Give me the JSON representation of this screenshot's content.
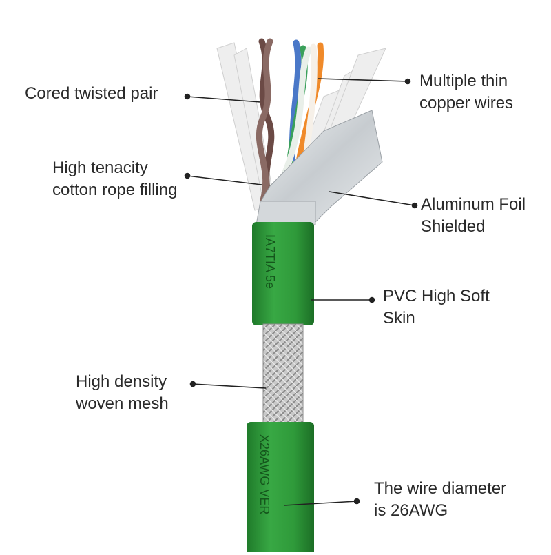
{
  "labels": {
    "cored_twisted_pair": [
      "Cored twisted pair"
    ],
    "cotton_rope": [
      "High tenacity",
      "cotton rope filling"
    ],
    "copper_wires": [
      "Multiple thin",
      "copper wires"
    ],
    "foil_shield": [
      "Aluminum Foil",
      "Shielded"
    ],
    "pvc_skin": [
      "PVC High Soft",
      "Skin"
    ],
    "woven_mesh": [
      "High density",
      "woven mesh"
    ],
    "wire_diameter": [
      "The wire diameter",
      "is 26AWG"
    ]
  },
  "jacket_print": {
    "upper": "IA7TIA 5e",
    "lower": "X26AWG VER"
  },
  "colors": {
    "jacket_green": "#2f9a3a",
    "jacket_dark": "#1f7a2a",
    "braid": "#b9b9b9",
    "foil": "#d9dde0",
    "pair_brown": "#6b4a45",
    "pair_orange": "#f08a2a",
    "pair_green": "#3aa05a",
    "pair_blue": "#4a78c8",
    "leader": "#222222",
    "text": "#2a2a2a"
  }
}
